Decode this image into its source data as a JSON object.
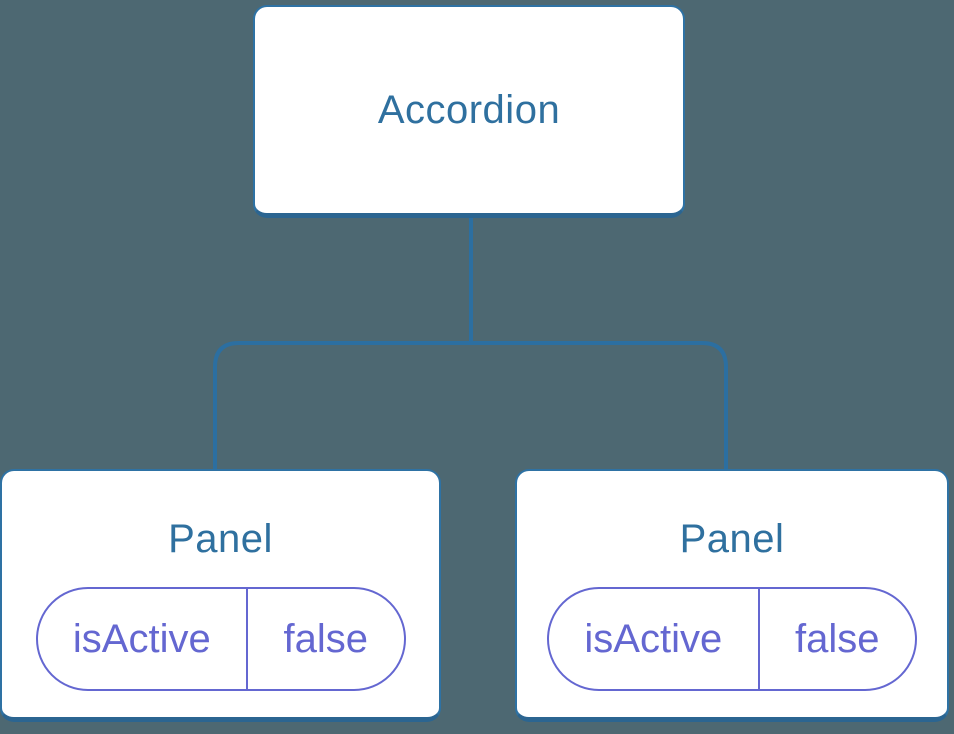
{
  "diagram": {
    "background": "#4d6872",
    "root": {
      "label": "Accordion"
    },
    "panels": [
      {
        "label": "Panel",
        "state": {
          "name": "isActive",
          "value": "false"
        }
      },
      {
        "label": "Panel",
        "state": {
          "name": "isActive",
          "value": "false"
        }
      }
    ],
    "colors": {
      "card_background": "#ffffff",
      "card_border": "#2e72a4",
      "card_border_bottom": "#2b6591",
      "node_text": "#2f709f",
      "connector_line": "#2c6fa1",
      "state_accent": "#6467d1"
    }
  }
}
